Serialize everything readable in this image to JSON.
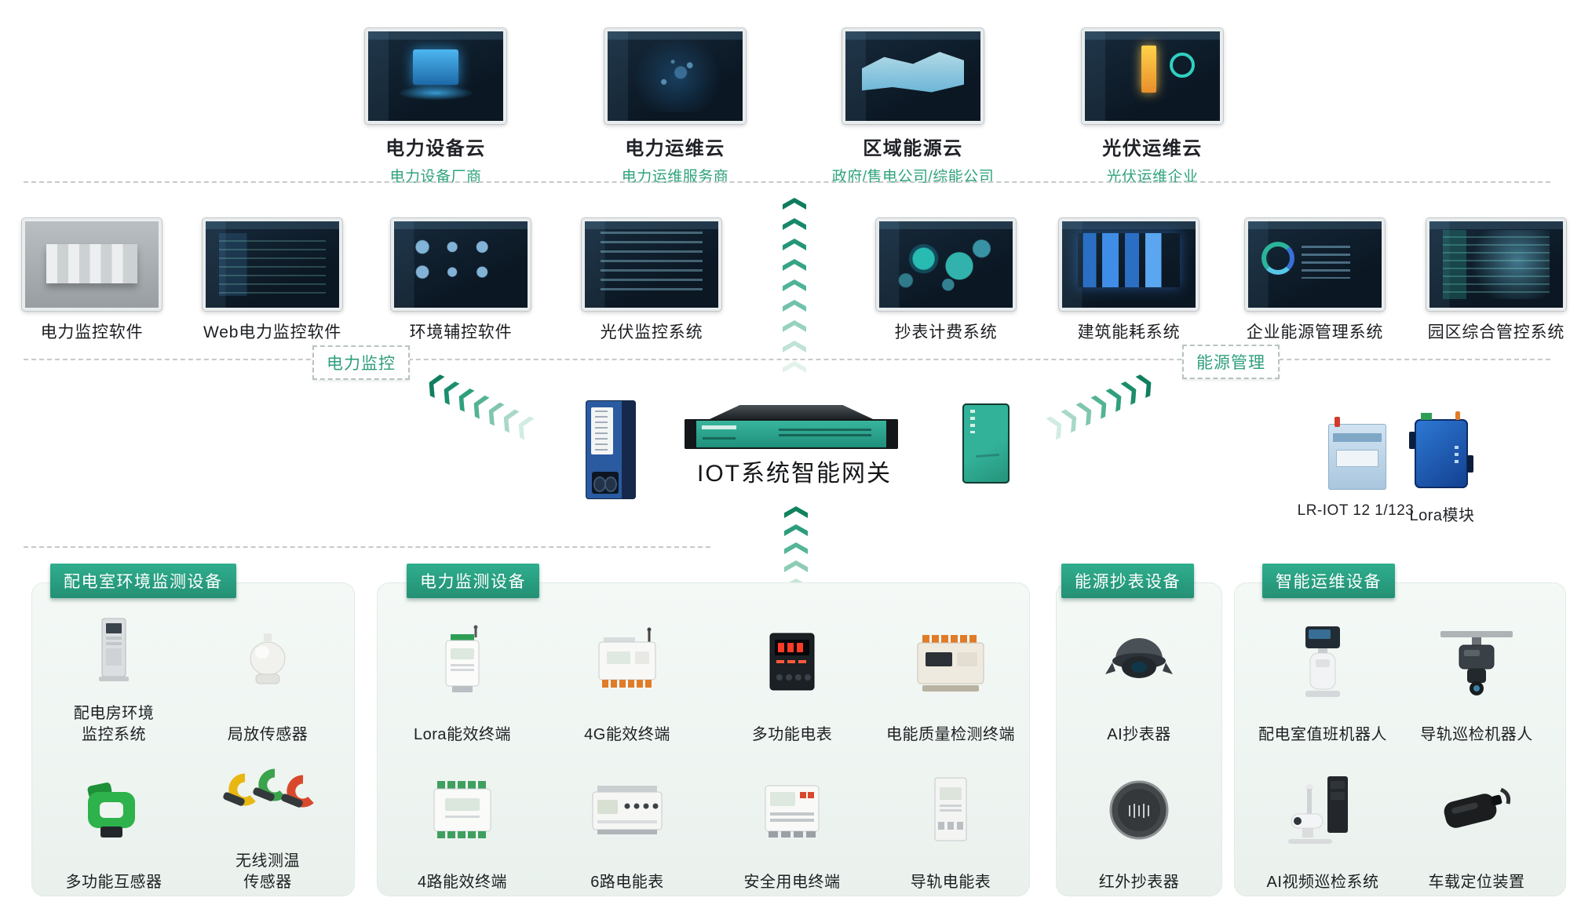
{
  "palette": {
    "accent_green": "#2aa183",
    "teal_device": "#2fae96",
    "tag_text_green": "#2f9e7d",
    "sub_label_green": "#2fa37b",
    "card_bg": "#eff5f1",
    "screen_bg": "#0d1b26",
    "arrow_teal": "#1d8c6c"
  },
  "clouds": [
    {
      "title": "电力设备云",
      "subtitle": "电力设备厂商",
      "icon": "transformer-3d-screen"
    },
    {
      "title": "电力运维云",
      "subtitle": "电力运维服务商",
      "icon": "map-screen"
    },
    {
      "title": "区域能源云",
      "subtitle": "政府/售电公司/综能公司",
      "icon": "isometric-park-screen"
    },
    {
      "title": "光伏运维云",
      "subtitle": "光伏运维企业",
      "icon": "pv-dashboard-screen"
    }
  ],
  "systems": {
    "left_tag": "电力监控",
    "right_tag": "能源管理",
    "left": [
      {
        "label": "电力监控软件"
      },
      {
        "label": "Web电力监控软件"
      },
      {
        "label": "环境辅控软件"
      },
      {
        "label": "光伏监控系统"
      }
    ],
    "right": [
      {
        "label": "抄表计费系统"
      },
      {
        "label": "建筑能耗系统"
      },
      {
        "label": "企业能源管理系统"
      },
      {
        "label": "园区综合管控系统"
      }
    ]
  },
  "gateway": {
    "label": "IOT系统智能网关"
  },
  "side_modules": [
    {
      "label": "LR-IOT 12 1/123",
      "icon": "din-rail-meter-device"
    },
    {
      "label": "Lora模块",
      "icon": "lora-module-device"
    }
  ],
  "groups": [
    {
      "title": "配电室环境监测设备",
      "items": [
        {
          "label": "配电房环境监控系统",
          "icon": "env-cabinet-icon"
        },
        {
          "label": "局放传感器",
          "icon": "dome-sensor-icon"
        },
        {
          "label": "多功能互感器",
          "icon": "ct-clamp-icon"
        },
        {
          "label": "无线测温传感器",
          "icon": "wireless-temp-icon"
        }
      ]
    },
    {
      "title": "电力监测设备",
      "items": [
        {
          "label": "Lora能效终端",
          "icon": "lora-terminal-icon"
        },
        {
          "label": "4G能效终端",
          "icon": "4g-terminal-icon"
        },
        {
          "label": "多功能电表",
          "icon": "panel-meter-icon"
        },
        {
          "label": "电能质量检测终端",
          "icon": "power-quality-icon"
        },
        {
          "label": "4路能效终端",
          "icon": "4ch-terminal-icon"
        },
        {
          "label": "6路电能表",
          "icon": "6ch-meter-icon"
        },
        {
          "label": "安全用电终端",
          "icon": "safety-terminal-icon"
        },
        {
          "label": "导轨电能表",
          "icon": "din-meter-icon"
        }
      ]
    },
    {
      "title": "能源抄表设备",
      "items": [
        {
          "label": "AI抄表器",
          "icon": "ai-reader-icon"
        },
        {
          "label": "红外抄表器",
          "icon": "ir-reader-icon"
        }
      ]
    },
    {
      "title": "智能运维设备",
      "items": [
        {
          "label": "配电室值班机器人",
          "icon": "duty-robot-icon"
        },
        {
          "label": "导轨巡检机器人",
          "icon": "rail-robot-icon"
        },
        {
          "label": "AI视频巡检系统",
          "icon": "video-patrol-icon"
        },
        {
          "label": "车载定位装置",
          "icon": "gps-tracker-icon"
        }
      ]
    }
  ]
}
